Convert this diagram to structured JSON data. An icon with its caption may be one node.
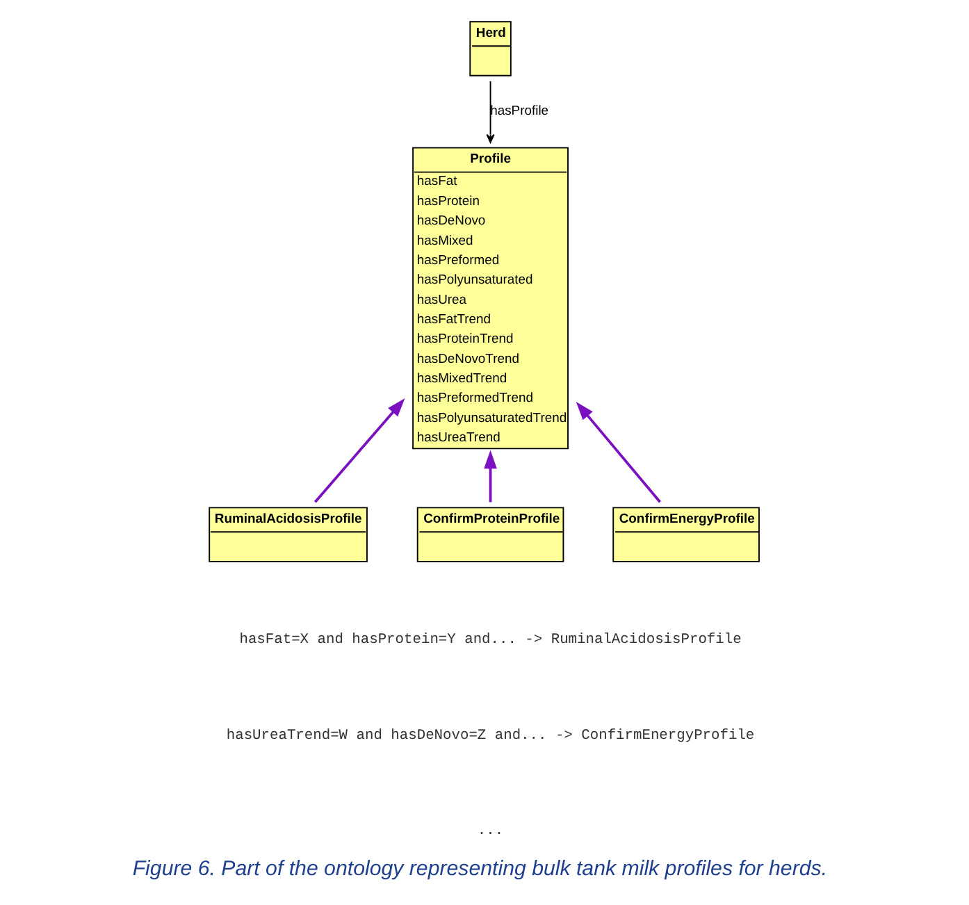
{
  "diagram": {
    "caption": "Figure 6. Part of the ontology representing bulk tank milk profiles for herds.",
    "nodes": [
      {
        "text": [
          "Herd"
        ]
      },
      {
        "text": [
          "Profile",
          "hasFat",
          "hasProtein",
          "hasDeNovo",
          "hasMixed",
          "hasPreformed",
          "hasPolyunsaturated",
          "hasUrea",
          "hasFatTrend",
          "hasProteinTrend",
          "hasDeNovoTrend",
          "hasMixedTrend",
          "hasPreformedTrend",
          "hasPolyunsaturatedTrend",
          "hasUreaTrend"
        ]
      },
      {
        "text": [
          "RuminalAcidosisProfile"
        ]
      },
      {
        "text": [
          "ConfirmProteinProfile"
        ]
      },
      {
        "text": [
          "ConfirmEnergyProfile"
        ]
      }
    ],
    "edges": [
      {
        "from": 0,
        "to": 1,
        "arrow": "to",
        "label": "hasProfile",
        "color": "#000000"
      },
      {
        "from": 2,
        "to": 1,
        "arrow": "to",
        "color": "#7b10c0"
      },
      {
        "from": 3,
        "to": 1,
        "arrow": "to",
        "color": "#7b10c0"
      },
      {
        "from": 4,
        "to": 1,
        "arrow": "to",
        "color": "#7b10c0"
      }
    ],
    "labels": [
      "hasFat=X and hasProtein=Y and... -> RuminalAcidosisProfile",
      "hasUreaTrend=W and hasDeNovo=Z and... -> ConfirmEnergyProfile",
      "..."
    ]
  }
}
